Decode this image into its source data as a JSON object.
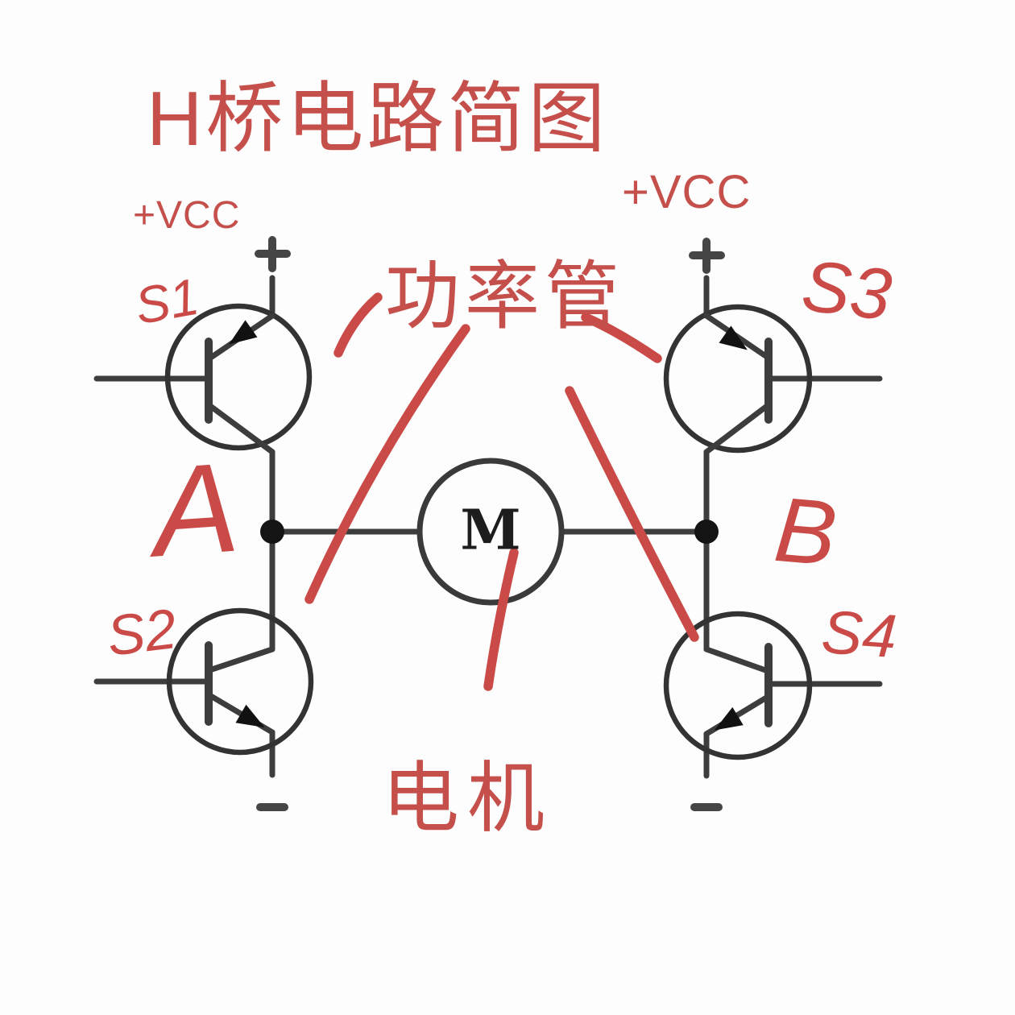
{
  "title": "H桥电路简图",
  "power": {
    "vcc_left": "+VCC",
    "vcc_right": "+VCC",
    "plus_mark_left": "+",
    "plus_mark_right": "+",
    "minus_mark_left": "−",
    "minus_mark_right": "−"
  },
  "annotations": {
    "power_transistor": "功率管",
    "motor": "电机"
  },
  "nodes": {
    "a": "A",
    "b": "B"
  },
  "motor": {
    "symbol": "M"
  },
  "transistors": [
    {
      "label": "S1"
    },
    {
      "label": "S2"
    },
    {
      "label": "S3"
    },
    {
      "label": "S4"
    }
  ],
  "colors": {
    "ink-red": "#c5504b",
    "hand-red": "#ca4a48",
    "wire": "#3d3d3d",
    "node": "#141414"
  }
}
